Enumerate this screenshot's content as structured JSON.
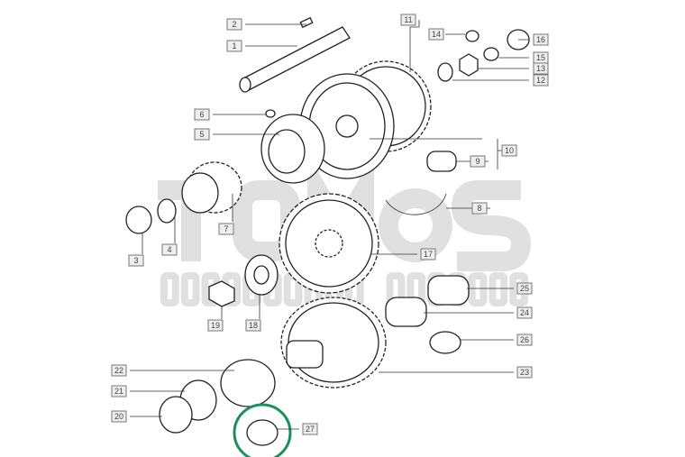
{
  "watermark": {
    "line1": "TOMOS",
    "line2": "ONDERDELEN ZEELAND"
  },
  "highlight_color": "#1a8f5a",
  "highlighted_part": "27",
  "callouts": [
    "1",
    "2",
    "3",
    "4",
    "5",
    "6",
    "7",
    "8",
    "9",
    "10",
    "11",
    "12",
    "13",
    "14",
    "15",
    "16",
    "17",
    "18",
    "19",
    "20",
    "21",
    "22",
    "23",
    "24",
    "25",
    "26",
    "27"
  ]
}
